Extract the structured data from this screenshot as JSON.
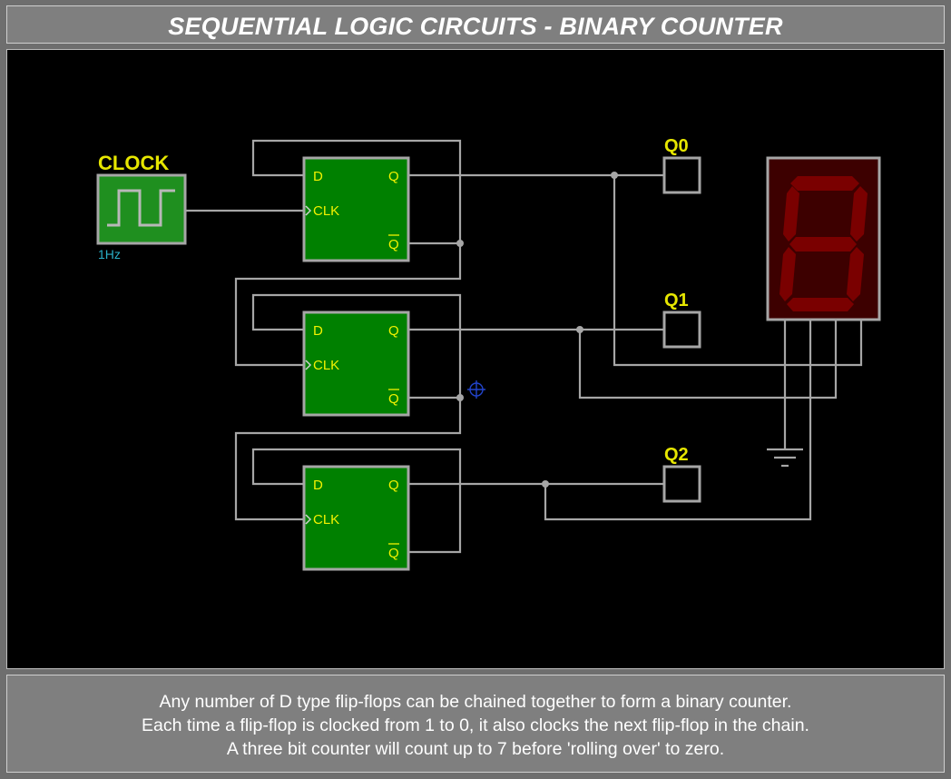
{
  "window": {
    "title": "SEQUENTIAL LOGIC CIRCUITS - BINARY COUNTER"
  },
  "circuit": {
    "clock": {
      "label": "CLOCK",
      "frequency": "1Hz"
    },
    "flip_flops": [
      {
        "pin_d": "D",
        "pin_clk": "CLK",
        "pin_q": "Q",
        "pin_qbar": "Q"
      },
      {
        "pin_d": "D",
        "pin_clk": "CLK",
        "pin_q": "Q",
        "pin_qbar": "Q"
      },
      {
        "pin_d": "D",
        "pin_clk": "CLK",
        "pin_q": "Q",
        "pin_qbar": "Q"
      }
    ],
    "outputs": [
      {
        "label": "Q0"
      },
      {
        "label": "Q1"
      },
      {
        "label": "Q2"
      }
    ],
    "display": {
      "type": "seven-segment",
      "lit_segments": []
    }
  },
  "colors": {
    "background": "#000000",
    "wire": "#a6a6a6",
    "flip_flop_fill": "#008000",
    "label_yellow": "#e6e600",
    "clock_fill": "#1f8f1f",
    "freq_text": "#2ab0c8",
    "display_body": "#3d0000",
    "segment_off": "#7a0000",
    "probe_cursor": "#2244cc"
  },
  "description": {
    "lines": [
      "Any number of D type flip-flops can be chained together to form a binary counter.",
      "Each time a flip-flop is clocked from 1 to 0, it also clocks the next flip-flop in the chain.",
      "A three bit counter will count up to 7 before 'rolling over' to zero."
    ]
  }
}
